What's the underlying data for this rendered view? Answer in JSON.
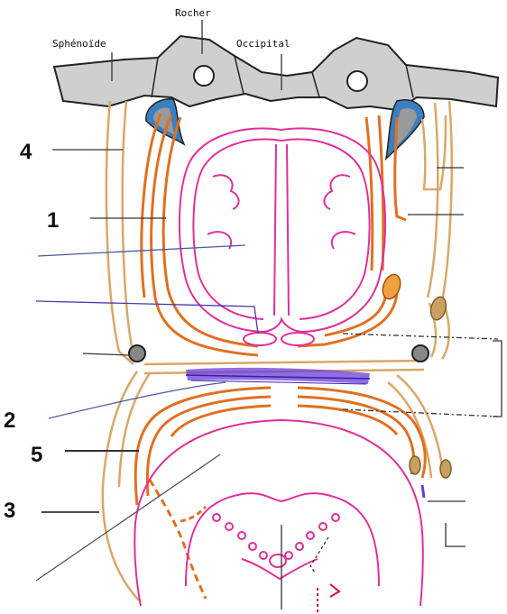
{
  "top_labels": {
    "sphenoide": "Sphénoïde",
    "rocher": "Rocher",
    "occipital": "Occipital"
  },
  "numbers": [
    "1",
    "2",
    "3",
    "4",
    "5"
  ],
  "colors": {
    "bone_fill": "#cfcfcf",
    "outline": "#222222",
    "dura_orange": "#e07020",
    "tan": "#d8a868",
    "pink": "#e0309a",
    "blue_fill": "#3a7fc0",
    "purple": "#6a3cd8",
    "leader": "#333333"
  }
}
